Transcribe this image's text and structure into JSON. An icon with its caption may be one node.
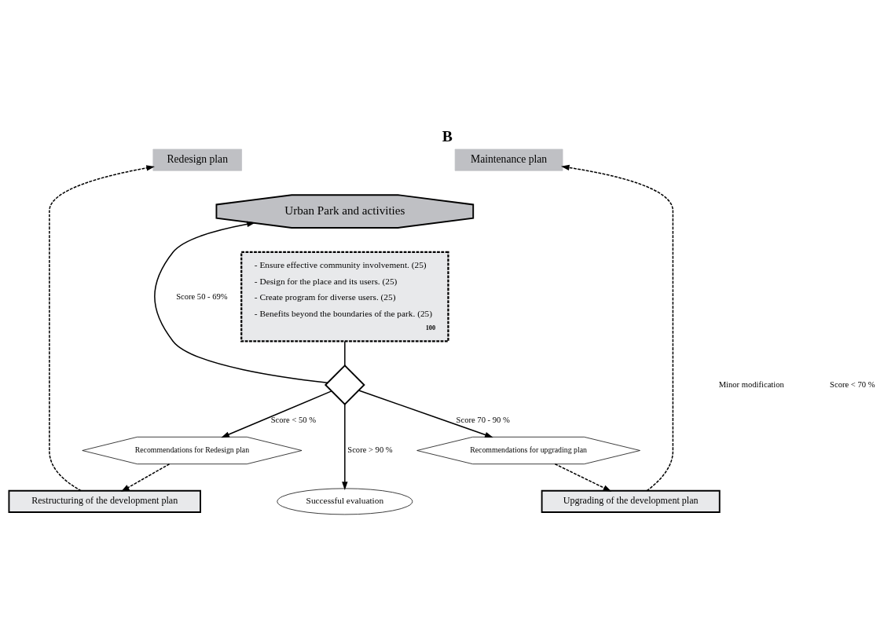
{
  "diagram": {
    "title": "B",
    "nodes": [
      {
        "text": [
          "Redesign plan"
        ]
      },
      {
        "text": [
          "Maintenance plan"
        ]
      },
      {
        "text": [
          "Urban Park and activities"
        ]
      },
      {
        "text": [
          "- Ensure effective community involvement. (25)",
          "- Design for the place and its users. (25)",
          "- Create program for diverse users. (25)",
          "- Benefits beyond the boundaries of the park. (25)",
          "100"
        ]
      },
      {
        "text": [],
        "shape": "diamond"
      },
      {
        "text": [
          "Recommendations for Redesign plan"
        ]
      },
      {
        "text": [
          "Recommendations for upgrading plan"
        ]
      },
      {
        "text": [
          "Successful evaluation"
        ]
      },
      {
        "text": [
          "Restructuring of the development plan"
        ]
      },
      {
        "text": [
          "Upgrading of the development plan"
        ]
      }
    ],
    "edges": [
      {
        "from": 3,
        "to": 4,
        "arrow": "none"
      },
      {
        "from": 4,
        "to": 2,
        "arrow": "to",
        "label": "Score 50 - 69%"
      },
      {
        "from": 4,
        "to": 5,
        "arrow": "to",
        "label": "Score < 50 %"
      },
      {
        "from": 4,
        "to": 6,
        "arrow": "to",
        "label": "Score 70 - 90 %"
      },
      {
        "from": 4,
        "to": 7,
        "arrow": "to",
        "label": "Score > 90 %"
      },
      {
        "from": 5,
        "to": 8,
        "arrow": "to",
        "style": "dashed"
      },
      {
        "from": 6,
        "to": 9,
        "arrow": "to",
        "style": "dashed"
      },
      {
        "from": 8,
        "to": 0,
        "arrow": "to",
        "style": "dashed"
      },
      {
        "from": 9,
        "to": 1,
        "arrow": "to",
        "style": "dashed"
      }
    ],
    "labels": [
      "Minor modification",
      "Score < 70 %"
    ]
  }
}
